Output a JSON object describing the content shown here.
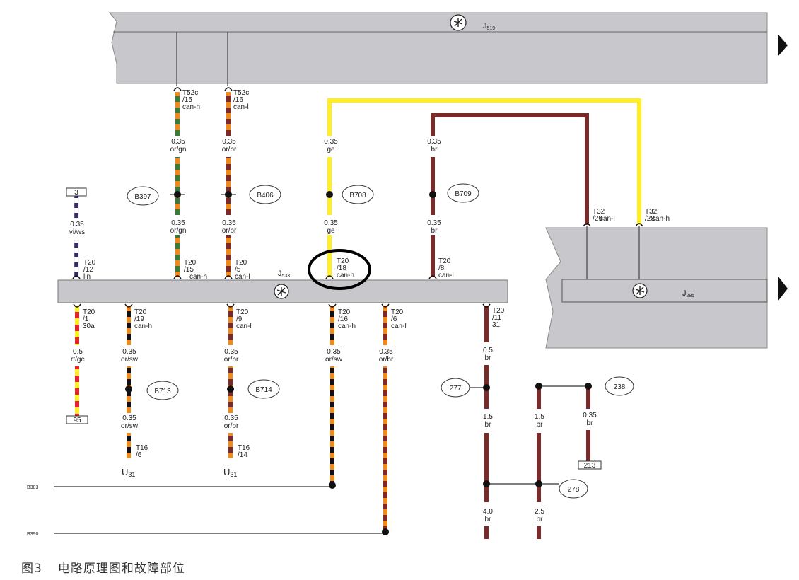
{
  "modules": {
    "j519": {
      "label": "J",
      "sub": "519"
    },
    "j533": {
      "label": "J",
      "sub": "533"
    },
    "j285": {
      "label": "J",
      "sub": "285"
    }
  },
  "pins": {
    "t52c15": [
      "T52c",
      "/15",
      "can-h"
    ],
    "t52c16": [
      "T52c",
      "/16",
      "can-l"
    ],
    "t32_29": [
      "T32",
      "/29",
      "can-l"
    ],
    "t32_28": [
      "T32",
      "/28",
      "can-h"
    ],
    "t20_12": [
      "T20",
      "/12",
      "lin"
    ],
    "t20_15": [
      "T20",
      "/15",
      "can-h"
    ],
    "t20_5": [
      "T20",
      "/5",
      "can-l"
    ],
    "t20_18": [
      "T20",
      "/18",
      "can-h"
    ],
    "t20_8": [
      "T20",
      "/8",
      "can-l"
    ],
    "t20_1": [
      "T20",
      "/1",
      "30a"
    ],
    "t20_19": [
      "T20",
      "/19",
      "can-h"
    ],
    "t20_9": [
      "T20",
      "/9",
      "can-l"
    ],
    "t20_16": [
      "T20",
      "/16",
      "can-h"
    ],
    "t20_6": [
      "T20",
      "/6",
      "can-l"
    ],
    "t20_11": [
      "T20",
      "/11",
      "31"
    ],
    "t16_6": [
      "T16",
      "/6"
    ],
    "t16_14": [
      "T16",
      "/14"
    ]
  },
  "wires": {
    "w1a": [
      "0.35",
      "or/gn"
    ],
    "w1b": [
      "0.35",
      "or/gn"
    ],
    "w2a": [
      "0.35",
      "or/br"
    ],
    "w2b": [
      "0.35",
      "or/br"
    ],
    "w3a": [
      "0.35",
      "ge"
    ],
    "w3b": [
      "0.35",
      "ge"
    ],
    "w4a": [
      "0.35",
      "br"
    ],
    "w4b": [
      "0.35",
      "br"
    ],
    "w5": [
      "0.35",
      "vi/ws"
    ],
    "w6": [
      "0.5",
      "rt/ge"
    ],
    "w7a": [
      "0.35",
      "or/sw"
    ],
    "w7b": [
      "0.35",
      "or/sw"
    ],
    "w8a": [
      "0.35",
      "or/br"
    ],
    "w8b": [
      "0.35",
      "or/br"
    ],
    "w9": [
      "0.35",
      "or/sw"
    ],
    "w10": [
      "0.35",
      "or/br"
    ],
    "w11": [
      "0.5",
      "br"
    ],
    "w12": [
      "1.5",
      "br"
    ],
    "w13": [
      "1.5",
      "br"
    ],
    "w14": [
      "0.35",
      "br"
    ],
    "w15": [
      "4.0",
      "br"
    ],
    "w16": [
      "2.5",
      "br"
    ]
  },
  "connectors": {
    "b397": "B397",
    "b406": "B406",
    "b708": "B708",
    "b709": "B709",
    "b713": "B713",
    "b714": "B714",
    "c277": "277",
    "c238": "238",
    "c278": "278"
  },
  "boxes": {
    "box3": "3",
    "box95": "95",
    "box213": "213"
  },
  "components": {
    "u31a": {
      "label": "U",
      "sub": "31"
    },
    "u31b": {
      "label": "U",
      "sub": "31"
    }
  },
  "lines": {
    "b383": "B383",
    "b390": "B390"
  },
  "caption": {
    "figure": "图3",
    "title": "电路原理图和故障部位"
  },
  "colors": {
    "bus_fill": "#c8c8cc",
    "orange": "#f08a1e",
    "green": "#3a7a3a",
    "brown": "#7a2a28",
    "yellow": "#ffee22",
    "black": "#111111",
    "red": "#e8242a",
    "violet": "#3a2a6a",
    "fault_circle": "#000000"
  },
  "icons": [
    "ground-star-icon",
    "arrow-right-icon"
  ]
}
